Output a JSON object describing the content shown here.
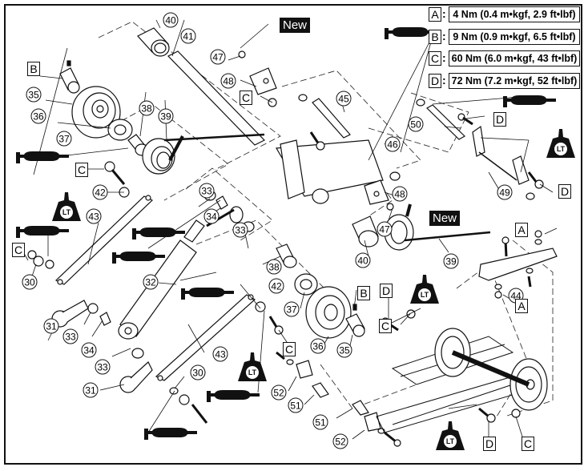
{
  "diagram": {
    "type": "exploded-parts-view",
    "torque_legend": [
      {
        "key": "A",
        "value": "4 Nm (0.4 m•kgf, 2.9 ft•lbf)"
      },
      {
        "key": "B",
        "value": "9 Nm (0.9 m•kgf, 6.5 ft•lbf)"
      },
      {
        "key": "C",
        "value": "60 Nm (6.0 m•kgf, 43 ft•lbf)"
      },
      {
        "key": "D",
        "value": "72 Nm (7.2 m•kgf, 52 ft•lbf)"
      }
    ],
    "colon": ":",
    "new_badges": [
      "New",
      "New"
    ],
    "locktite_label": "LT",
    "callouts": {
      "c30a": "30",
      "c30b": "30",
      "c31a": "31",
      "c31b": "31",
      "c32": "32",
      "c33a": "33",
      "c33b": "33",
      "c33c": "33",
      "c33d": "33",
      "c34a": "34",
      "c34b": "34",
      "c35a": "35",
      "c35b": "35",
      "c36a": "36",
      "c36b": "36",
      "c37a": "37",
      "c37b": "37",
      "c38a": "38",
      "c38b": "38",
      "c39a": "39",
      "c39b": "39",
      "c40a": "40",
      "c40b": "40",
      "c41": "41",
      "c42a": "42",
      "c42b": "42",
      "c43a": "43",
      "c43b": "43",
      "c44": "44",
      "c45": "45",
      "c46": "46",
      "c47a": "47",
      "c47b": "47",
      "c48a": "48",
      "c48b": "48",
      "c49": "49",
      "c50": "50",
      "c51a": "51",
      "c51b": "51",
      "c52a": "52",
      "c52b": "52"
    },
    "box_labels": {
      "b1": "B",
      "b2": "B",
      "c1": "C",
      "c2": "C",
      "c3": "C",
      "c4": "C",
      "c5": "C",
      "c6": "C",
      "d1": "D",
      "d2": "D",
      "d3": "D",
      "d4": "D",
      "a1": "A",
      "a2": "A"
    }
  }
}
